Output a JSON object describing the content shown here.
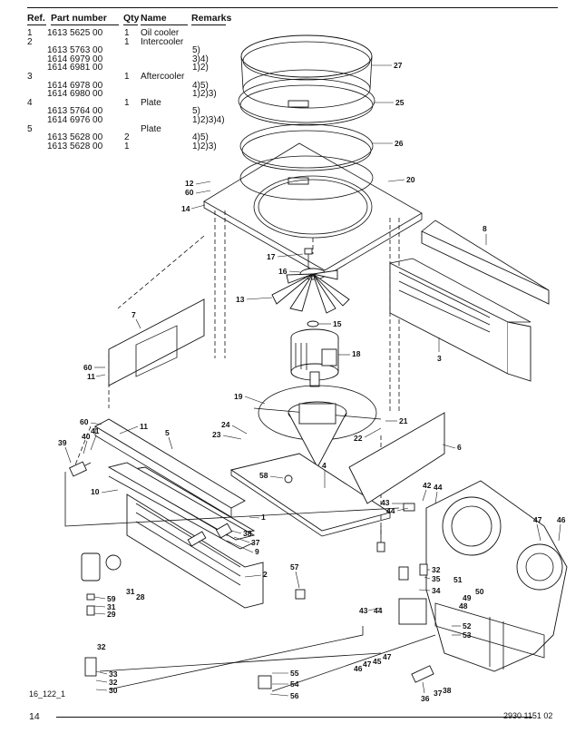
{
  "table": {
    "headers": {
      "ref": "Ref.",
      "part": "Part number",
      "qty": "Qty",
      "name": "Name",
      "remarks": "Remarks"
    },
    "rows": [
      {
        "ref": "1",
        "part": "1613 5625 00",
        "qty": "1",
        "name": "Oil cooler",
        "remarks": ""
      },
      {
        "ref": "2",
        "part": "",
        "qty": "1",
        "name": "Intercooler",
        "remarks": ""
      },
      {
        "ref": "",
        "part": "1613 5763 00",
        "qty": "",
        "name": "",
        "remarks": "5)"
      },
      {
        "ref": "",
        "part": "1614 6979 00",
        "qty": "",
        "name": "",
        "remarks": "3)4)"
      },
      {
        "ref": "",
        "part": "1614 6981 00",
        "qty": "",
        "name": "",
        "remarks": "1)2)"
      },
      {
        "ref": "3",
        "part": "",
        "qty": "1",
        "name": "Aftercooler",
        "remarks": ""
      },
      {
        "ref": "",
        "part": "1614 6978 00",
        "qty": "",
        "name": "",
        "remarks": "4)5)"
      },
      {
        "ref": "",
        "part": "1614 6980 00",
        "qty": "",
        "name": "",
        "remarks": "1)2)3)"
      },
      {
        "ref": "4",
        "part": "",
        "qty": "1",
        "name": "Plate",
        "remarks": ""
      },
      {
        "ref": "",
        "part": "1613 5764 00",
        "qty": "",
        "name": "",
        "remarks": "5)"
      },
      {
        "ref": "",
        "part": "1614 6976 00",
        "qty": "",
        "name": "",
        "remarks": "1)2)3)4)"
      },
      {
        "ref": "5",
        "part": "",
        "qty": "",
        "name": "Plate",
        "remarks": ""
      },
      {
        "ref": "",
        "part": "1613 5628 00",
        "qty": "2",
        "name": "",
        "remarks": "4)5)"
      },
      {
        "ref": "",
        "part": "1613 5628 00",
        "qty": "1",
        "name": "",
        "remarks": "1)2)3)"
      }
    ]
  },
  "diagram": {
    "labels": [
      "27",
      "25",
      "26",
      "20",
      "12",
      "60",
      "14",
      "8",
      "17",
      "16",
      "13",
      "15",
      "7",
      "18",
      "3",
      "60",
      "11",
      "19",
      "24",
      "23",
      "22",
      "21",
      "60",
      "11",
      "5",
      "41",
      "40",
      "39",
      "58",
      "4",
      "6",
      "42",
      "44",
      "43",
      "44",
      "10",
      "1",
      "38",
      "37",
      "9",
      "47",
      "46",
      "2",
      "57",
      "32",
      "35",
      "34",
      "51",
      "50",
      "49",
      "48",
      "43",
      "44",
      "52",
      "53",
      "59",
      "31",
      "28",
      "31",
      "29",
      "32",
      "33",
      "32",
      "30",
      "46",
      "47",
      "45",
      "47",
      "55",
      "54",
      "56",
      "36",
      "37",
      "38"
    ],
    "figure_id": "16_122_1"
  },
  "footer": {
    "page": "14",
    "doc_number": "2930 1151 02"
  }
}
